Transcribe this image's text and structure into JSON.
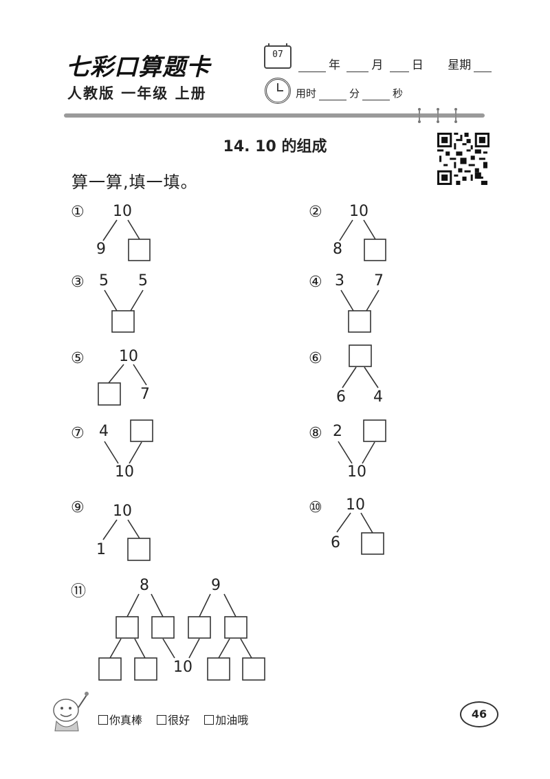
{
  "header": {
    "brand": "七彩口算题卡",
    "edition": "人教版  一年级  上册",
    "calendar_icon_text": "07",
    "date_year": "年",
    "date_month": "月",
    "date_day": "日",
    "weekday": "星期",
    "time_used": "用时",
    "minutes": "分",
    "seconds": "秒"
  },
  "lesson_title": "14. 10 的组成",
  "instruction": "算一算,填一填。",
  "questions": [
    {
      "label": "①",
      "top": "10",
      "left": "9"
    },
    {
      "label": "②",
      "top": "10",
      "left": "8"
    },
    {
      "label": "③",
      "left": "5",
      "right": "5"
    },
    {
      "label": "④",
      "left": "3",
      "right": "7"
    },
    {
      "label": "⑤",
      "top": "10",
      "right": "7"
    },
    {
      "label": "⑥",
      "left": "6",
      "right": "4"
    },
    {
      "label": "⑦",
      "left": "4",
      "bottom": "10"
    },
    {
      "label": "⑧",
      "left": "2",
      "bottom": "10"
    },
    {
      "label": "⑨",
      "top": "10",
      "left": "1"
    },
    {
      "label": "⑩",
      "top": "10",
      "left": "6"
    },
    {
      "label": "⑪",
      "top_left": "8",
      "top_right": "9",
      "bottom": "10"
    }
  ],
  "footer": {
    "ratings": [
      "你真棒",
      "很好",
      "加油哦"
    ],
    "page_number": "46"
  },
  "colors": {
    "ink": "#222222",
    "rule": "#9a9a9a"
  }
}
